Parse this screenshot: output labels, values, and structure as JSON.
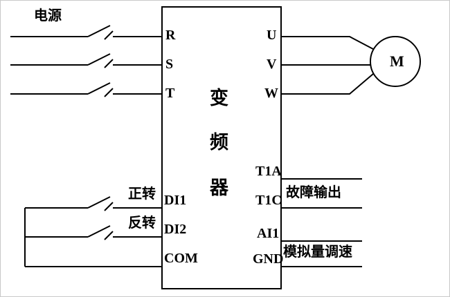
{
  "diagram": {
    "power_label": "电源",
    "inverter_title_chars": [
      "变",
      "频",
      "器"
    ],
    "left_terminals": {
      "r": "R",
      "s": "S",
      "t": "T",
      "di1": "DI1",
      "di2": "DI2",
      "com": "COM"
    },
    "right_terminals": {
      "u": "U",
      "v": "V",
      "w": "W",
      "t1a": "T1A",
      "t1c": "T1C",
      "ai1": "AI1",
      "gnd": "GND"
    },
    "motor_label": "M",
    "forward_label": "正转",
    "reverse_label": "反转",
    "fault_output_label": "故障输出",
    "analog_speed_label": "模拟量调速",
    "line_color": "#000000"
  }
}
